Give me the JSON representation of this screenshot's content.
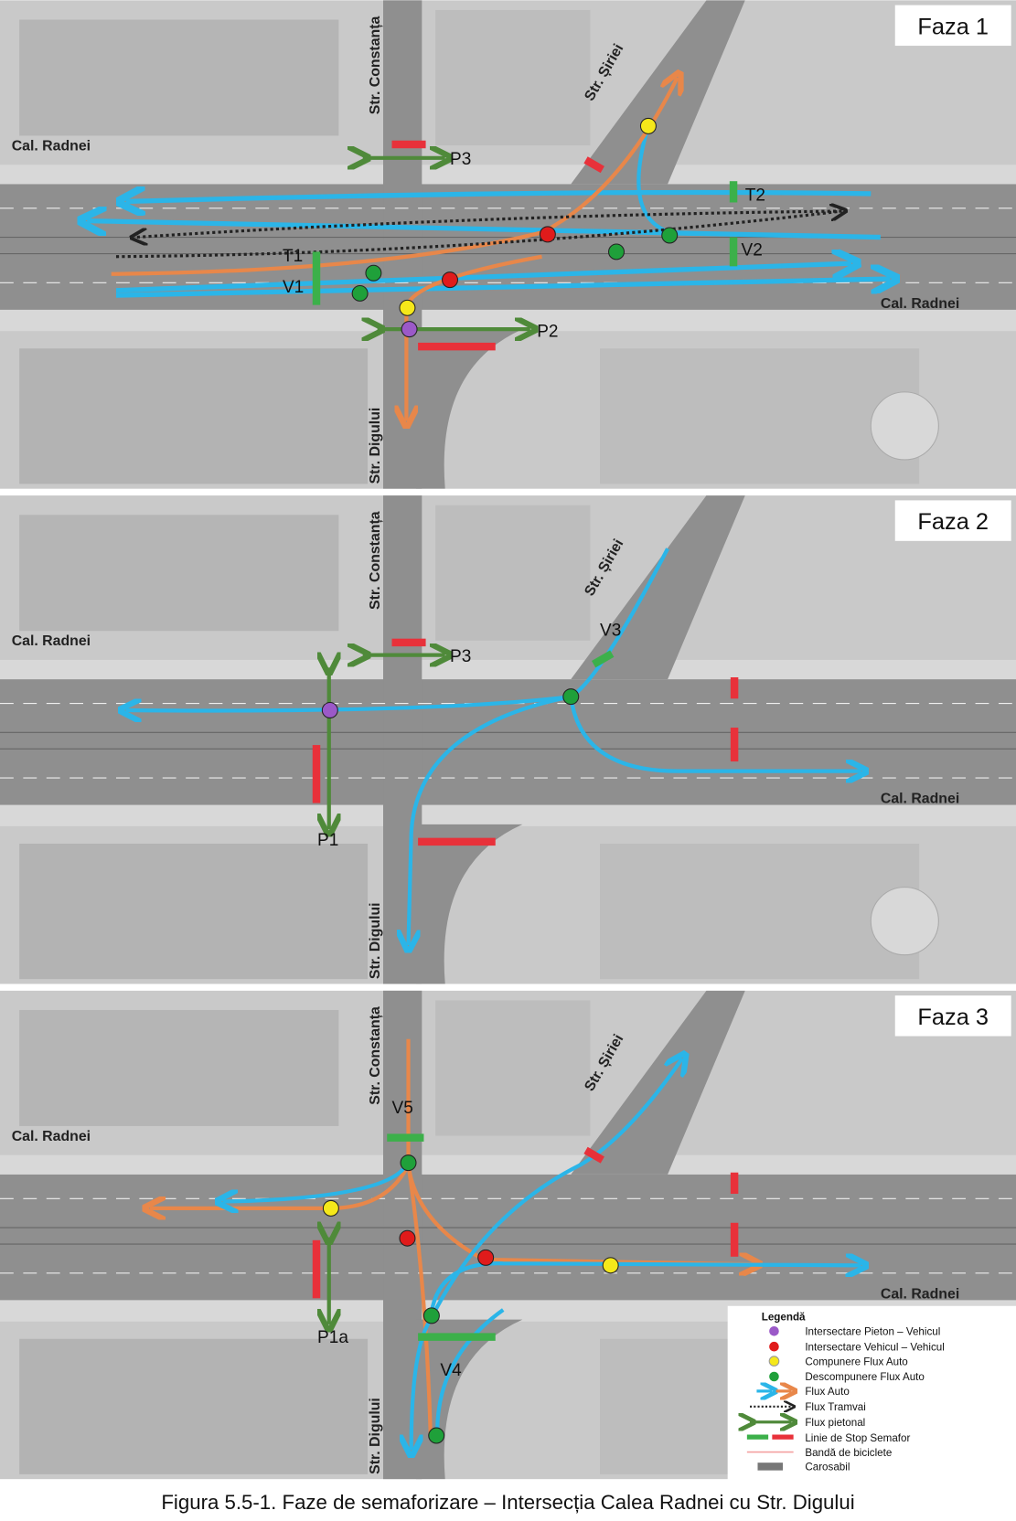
{
  "colors": {
    "auto": "#2bb5e8",
    "auto_alt": "#e8874a",
    "pedestrian": "#4f8a3a",
    "stop_green": "#3cb04a",
    "stop_red": "#e8313a",
    "ped_veh": "#9b59c8",
    "veh_veh": "#e01b1b",
    "merge": "#f5e81a",
    "diverge": "#1fa03a"
  },
  "phases": [
    {
      "title": "Faza 1",
      "streets": {
        "radnei_w": "Cal. Radnei",
        "radnei_e": "Cal. Radnei",
        "constanta": "Str. Constanța",
        "siriei": "Str. Șiriei",
        "digului": "Str. Digului"
      },
      "signals": [
        "P3",
        "T2",
        "V2",
        "T1",
        "V1",
        "P2"
      ]
    },
    {
      "title": "Faza 2",
      "streets": {
        "radnei_w": "Cal. Radnei",
        "radnei_e": "Cal. Radnei",
        "constanta": "Str. Constanța",
        "siriei": "Str. Șiriei",
        "digului": "Str. Digului"
      },
      "signals": [
        "P3",
        "V3",
        "P1"
      ]
    },
    {
      "title": "Faza 3",
      "streets": {
        "radnei_w": "Cal. Radnei",
        "radnei_e": "Cal. Radnei",
        "constanta": "Str. Constanța",
        "siriei": "Str. Șiriei",
        "digului": "Str. Digului"
      },
      "signals": [
        "V5",
        "P1a",
        "V4"
      ]
    }
  ],
  "legend": {
    "title": "Legendă",
    "items": [
      "Intersectare Pieton – Vehicul",
      "Intersectare Vehicul – Vehicul",
      "Compunere Flux Auto",
      "Descompunere Flux Auto",
      "Flux Auto",
      "Flux Tramvai",
      "Flux pietonal",
      "Linie de Stop Semafor",
      "Bandă de biciclete",
      "Carosabil"
    ]
  },
  "caption": "Figura 5.5-1. Faze de semaforizare – Intersecția Calea Radnei cu Str. Digului"
}
